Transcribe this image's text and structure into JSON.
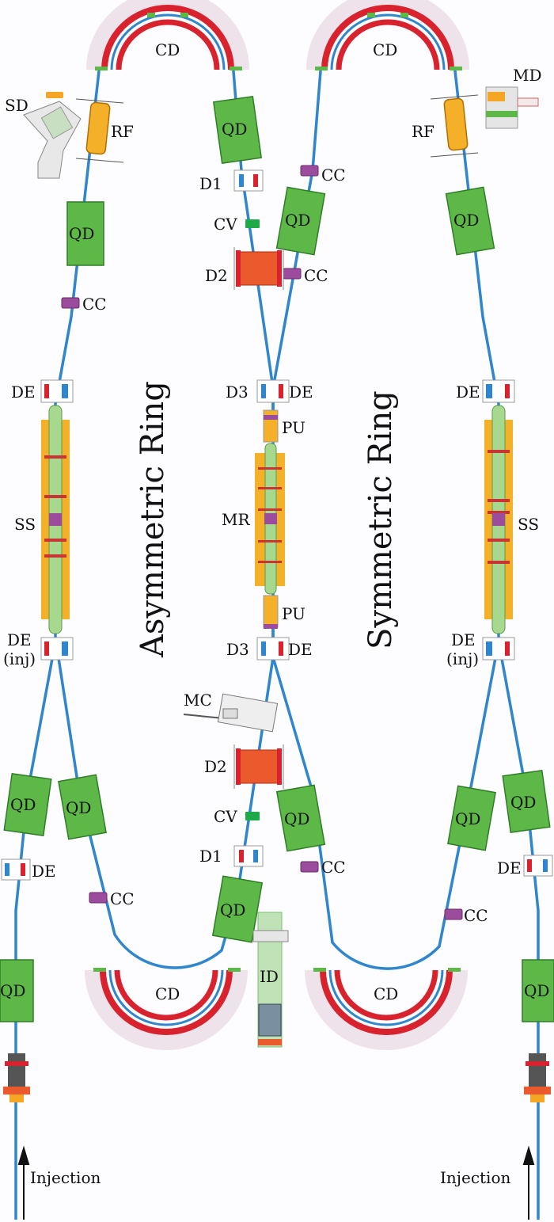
{
  "titles": {
    "left_ring": "Asymmetric Ring",
    "right_ring": "Symmetric Ring"
  },
  "labels": {
    "cd": "CD",
    "qd": "QD",
    "rf": "RF",
    "sd": "SD",
    "md": "MD",
    "cc": "CC",
    "cv": "CV",
    "d1": "D1",
    "d2": "D2",
    "d3": "D3",
    "de": "DE",
    "inj": "(inj)",
    "ss": "SS",
    "mr": "MR",
    "pu": "PU",
    "mc": "MC",
    "id": "ID",
    "injection": "Injection"
  },
  "colors": {
    "beam": "#2f86cc",
    "quad": "#5db847",
    "quad_edge": "#2f7d27",
    "dipole_red": "#d8232e",
    "dipole_pink": "#e9b5be",
    "solenoid": "#f5b02a",
    "corrector": "#9c4c9c",
    "detector_red": "#ea5a2c",
    "cv_green": "#1faa4a",
    "pipe_green": "#a6d98d"
  }
}
